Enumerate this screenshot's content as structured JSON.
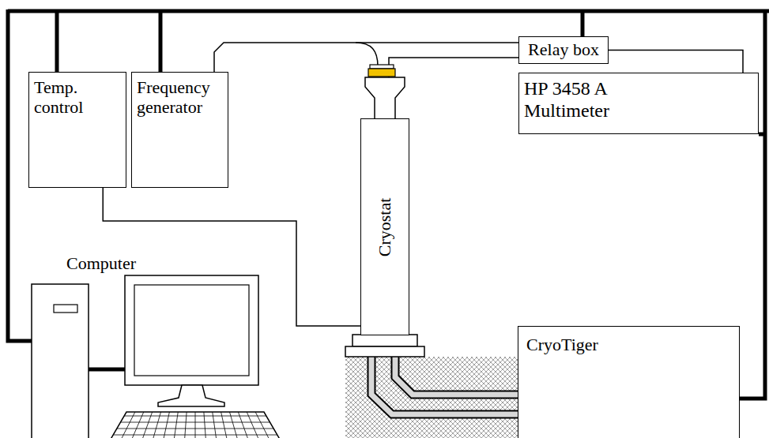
{
  "diagram": {
    "nodes": [
      {
        "text": [
          "Temp. control"
        ]
      },
      {
        "text": [
          "Frequency generator"
        ]
      },
      {
        "text": [
          "Relay box"
        ]
      },
      {
        "text": [
          "HP 3458 A Multimeter"
        ]
      },
      {
        "text": [
          "Cryostat"
        ]
      },
      {
        "text": [
          "CryoTiger"
        ]
      }
    ],
    "edges": [
      {
        "from": 1,
        "to": 2,
        "arrow": "none"
      },
      {
        "from": 2,
        "to": 4,
        "arrow": "none"
      },
      {
        "from": 2,
        "to": 3,
        "arrow": "none"
      },
      {
        "from": 0,
        "to": 4,
        "arrow": "none"
      },
      {
        "from": 4,
        "to": 5,
        "arrow": "none"
      }
    ],
    "labels": [
      "Computer"
    ]
  }
}
